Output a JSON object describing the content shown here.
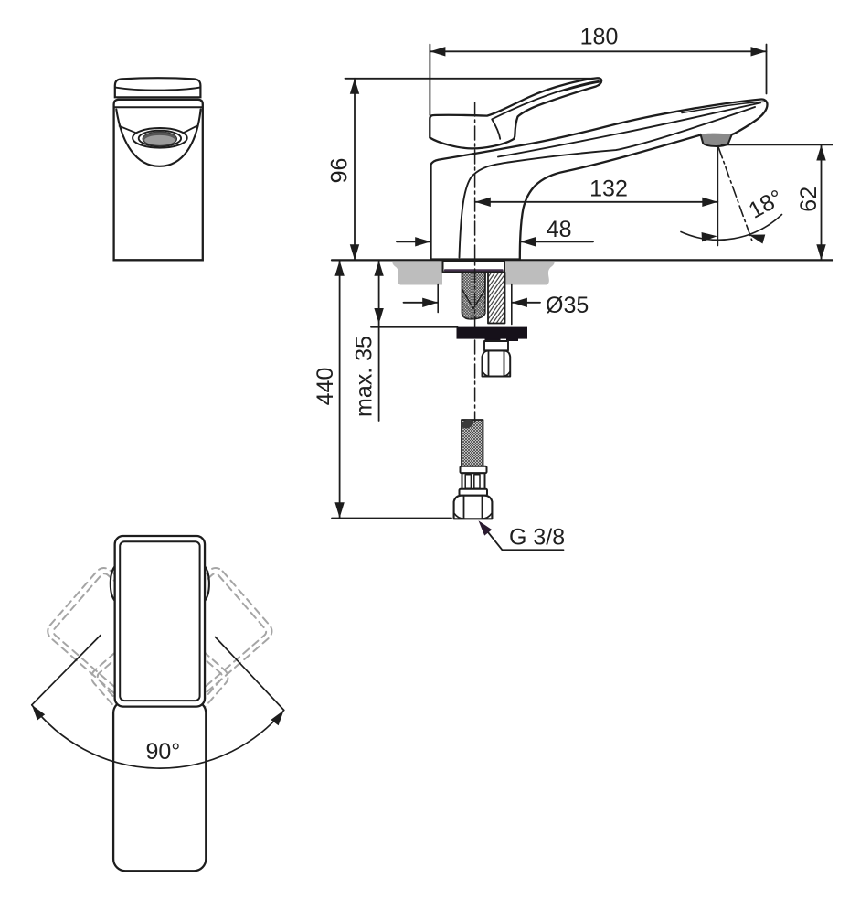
{
  "drawing": {
    "dimensions": {
      "total_projection": "180",
      "height_above_deck": "96",
      "projection_to_outlet": "132",
      "base_width": "48",
      "outlet_height": "62",
      "outlet_angle": "18°",
      "shank_diameter": "Ø35",
      "max_deck_thickness": "max. 35",
      "hose_length": "440",
      "supply_thread": "G 3/8",
      "swivel_angle": "90°"
    },
    "colors": {
      "line": "#1d1d1d",
      "text": "#1f1f1f",
      "counter_grey": "#bdbdbd",
      "aerator_grey": "#8a8a8a",
      "dashed_ghost_grey": "#a9a9a9",
      "washer_black": "#16111a"
    }
  }
}
